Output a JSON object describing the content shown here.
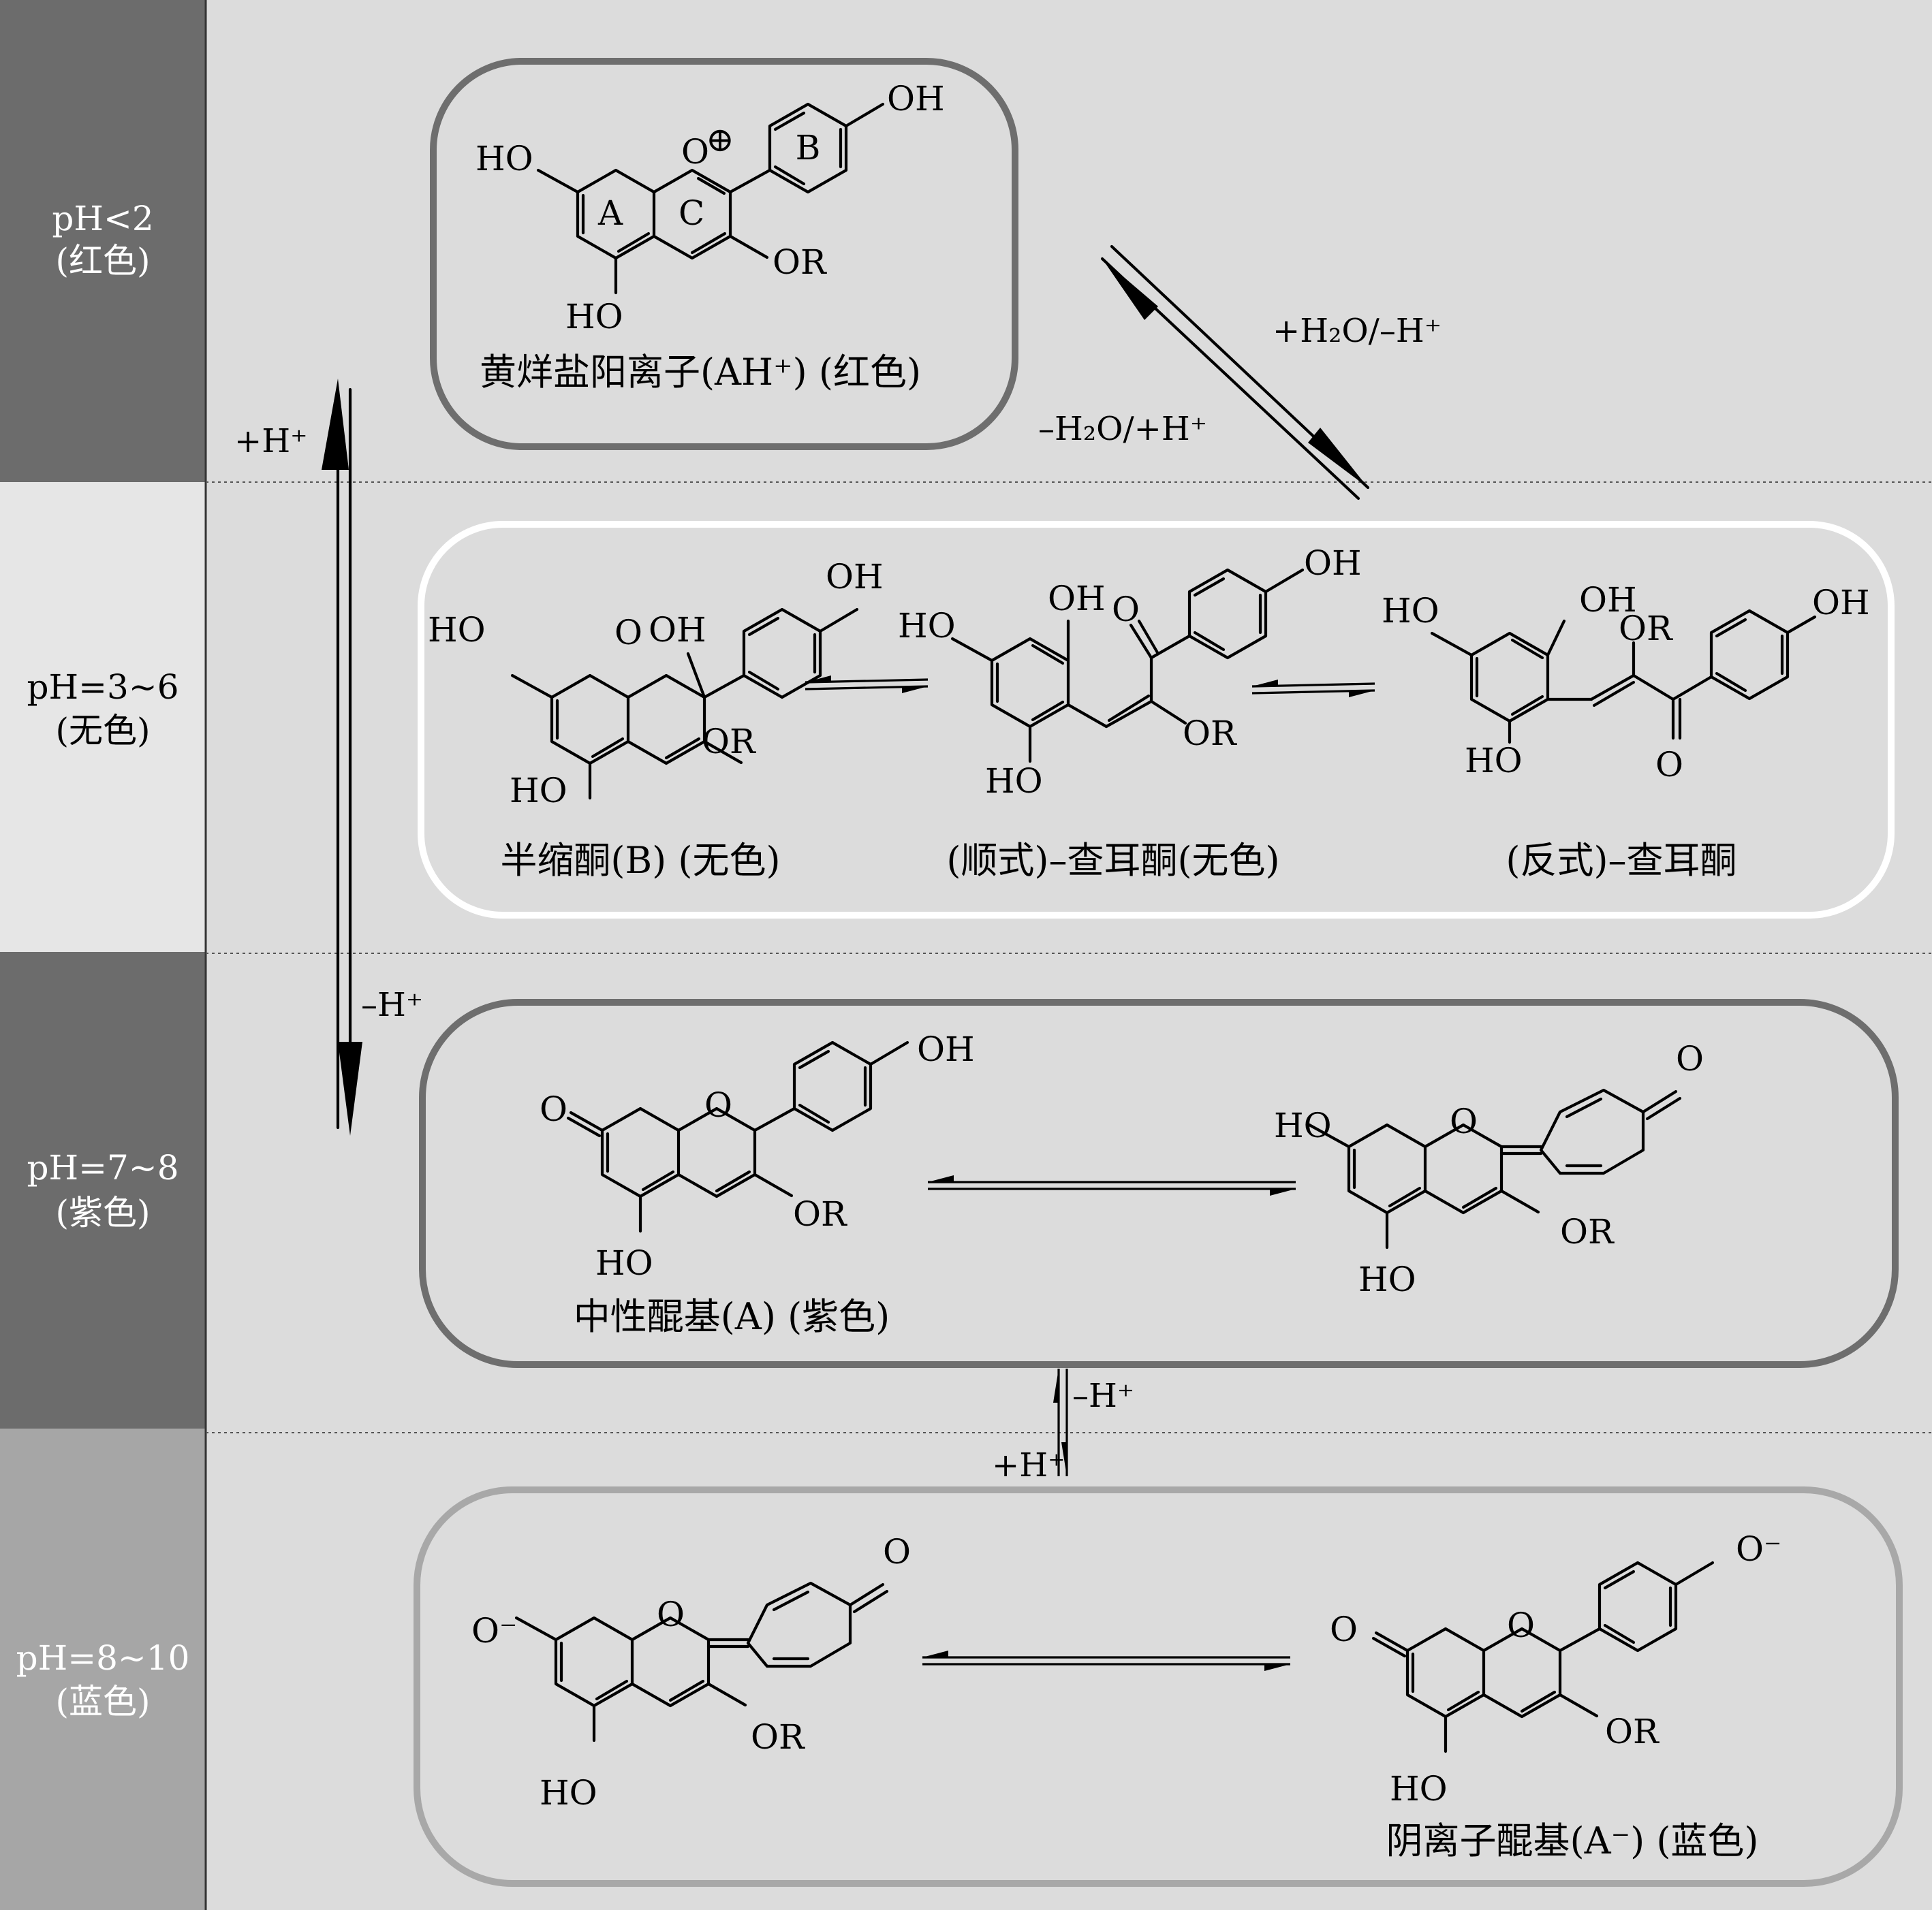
{
  "bands": [
    {
      "ph": "pH<2",
      "color_label": "(红色)",
      "fill": "#6c6c6c",
      "text": "#ffffff"
    },
    {
      "ph": "pH=3~6",
      "color_label": "(无色)",
      "fill": "#e6e6e6",
      "text": "#000000"
    },
    {
      "ph": "pH=7~8",
      "color_label": "(紫色)",
      "fill": "#6c6c6c",
      "text": "#ffffff"
    },
    {
      "ph": "pH=8~10",
      "color_label": "(蓝色)",
      "fill": "#a6a6a6",
      "text": "#ffffff"
    }
  ],
  "species": {
    "flavylium": "黄烊盐阳离子(AH⁺) (红色)",
    "hemiketal": "半缩酮(B) (无色)",
    "cis_chalcone": "(顺式)–查耳酮(无色)",
    "trans_chalcone": "(反式)–查耳酮",
    "neutral_quinoidal": "中性醌基(A) (紫色)",
    "anionic_quinoidal": "阴离子醌基(A⁻) (蓝色)"
  },
  "conditions": {
    "hydration_forward": "+H₂O/–H⁺",
    "hydration_reverse": "–H₂O/+H⁺",
    "left_up": "+H⁺",
    "left_down": "–H⁺",
    "lower_up": "–H⁺",
    "lower_down": "+H⁺"
  },
  "atoms": {
    "HO": "HO",
    "OH": "OH",
    "O": "O",
    "OR": "OR",
    "O_minus": "O⁻",
    "plus": "⊕",
    "ring_A": "A",
    "ring_B": "B",
    "ring_C": "C"
  },
  "colors": {
    "panel_bg": "#dcdcdc",
    "box_dark": "#6e6e6e",
    "box_white": "#ffffff",
    "box_light": "#a8a8a8"
  }
}
